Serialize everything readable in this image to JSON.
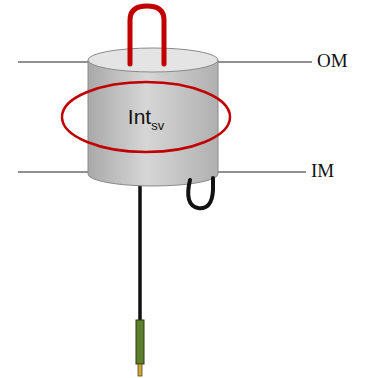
{
  "diagram": {
    "nodes": [
      {
        "text": [
          "Int",
          "sv"
        ]
      }
    ],
    "labels": [
      "OM",
      "IM"
    ]
  }
}
